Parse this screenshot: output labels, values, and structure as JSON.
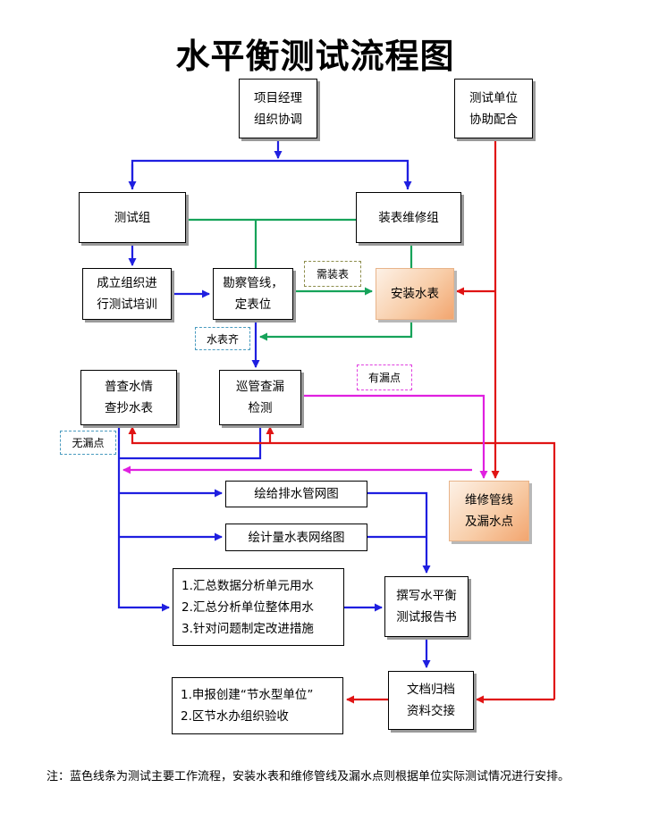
{
  "title": "水平衡测试流程图",
  "nodes": {
    "project_manager": [
      "项目经理",
      "组织协调"
    ],
    "test_unit": [
      "测试单位",
      "协助配合"
    ],
    "test_group": [
      "测试组"
    ],
    "meter_repair_group": [
      "装表维修组"
    ],
    "setup_training": [
      "成立组织进",
      "行测试培训"
    ],
    "survey_pipeline": [
      "勘察管线，",
      "定表位"
    ],
    "install_meter": [
      "安装水表"
    ],
    "survey_read_meter": [
      "普查水情",
      "查抄水表"
    ],
    "patrol_leak": [
      "巡管查漏",
      "检测"
    ],
    "repair_pipe": [
      "维修管线",
      "及漏水点"
    ],
    "draw_pipe_network": [
      "绘给排水管网图"
    ],
    "draw_meter_network": [
      "绘计量水表网络图"
    ],
    "summary": [
      "1.汇总数据分析单元用水",
      "2.汇总分析单位整体用水",
      "3.针对问题制定改进措施"
    ],
    "write_report": [
      "撰写水平衡",
      "测试报告书"
    ],
    "apply": [
      "1.申报创建“节水型单位”",
      "2.区节水办组织验收"
    ],
    "archive": [
      "文档归档",
      "资料交接"
    ]
  },
  "tags": {
    "need_meter": "需装表",
    "meter_ready": "水表齐",
    "has_leak": "有漏点",
    "no_leak": "无漏点"
  },
  "note": "注：蓝色线条为测试主要工作流程，安装水表和维修管线及漏水点则根据单位实际测试情况进行安排。",
  "colors": {
    "main_flow": "#1f1fe0",
    "support_flow": "#e01414",
    "meter_flow": "#16a35a",
    "leak_flow": "#e020e0"
  }
}
